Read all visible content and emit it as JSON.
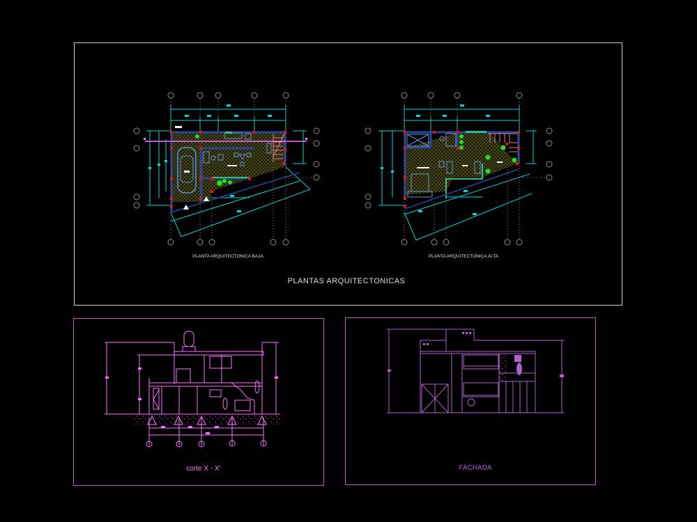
{
  "sheet": {
    "main_title": "PLANTAS ARQUITECTONICAS",
    "plan_ground_title": "PLANTA ARQUITECTONICA BAJA",
    "plan_upper_title": "PLANTA ARQUITECTONICA ALTA",
    "section_title": "corte X - X'",
    "facade_title": "FACHADA"
  },
  "colors": {
    "background": "#000000",
    "frame_top": "#d0d0d0",
    "frame_bottom": "#c060c0",
    "dimension": "#00e0e0",
    "wall": "#1e3a7a",
    "column": "#e01010",
    "floor_hatch": "#5a5a20",
    "vegetation": "#20e020",
    "section_line": "#ff70ff",
    "stair": "#e08080",
    "facade_line": "#b060d0",
    "text": "#e0e0e0"
  }
}
